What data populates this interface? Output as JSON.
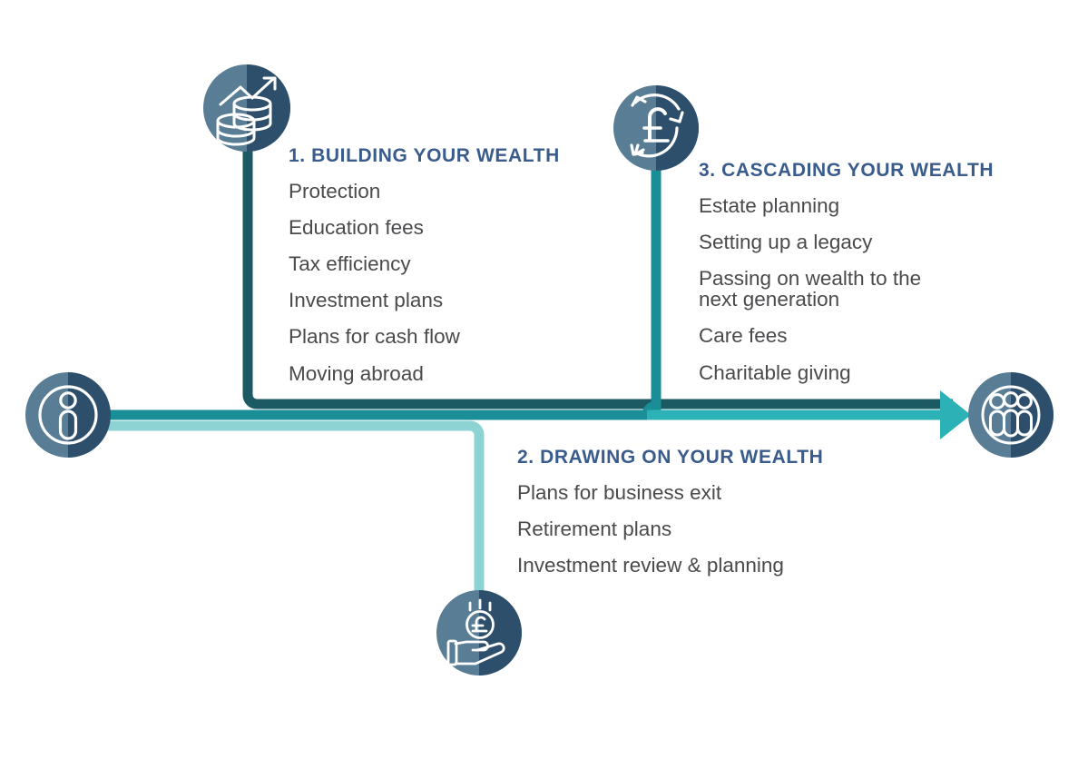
{
  "diagram": {
    "title": "Wealth journey pathway",
    "background": "#ffffff",
    "colors": {
      "heading_blue": "#3a5c8c",
      "body_gray": "#4a4a4d",
      "line_dark_teal": "#1b5963",
      "line_mid_teal": "#1a8e96",
      "line_light_teal": "#8ed3d3",
      "arrow_teal": "#2bb1b6",
      "circle_light": "#5a7d96",
      "circle_dark": "#2d4f6b",
      "icon_stroke": "#ffffff"
    }
  },
  "nodes": {
    "start": {
      "icon": "single-person-icon",
      "label": "Start of wealth journey"
    },
    "end": {
      "icon": "group-of-people-icon",
      "label": "Next generation"
    },
    "building": {
      "icon": "growth-chart-coins-icon",
      "label": "Building your wealth"
    },
    "drawing": {
      "icon": "hand-holding-pound-coin-icon",
      "label": "Drawing on your wealth"
    },
    "cascading": {
      "icon": "pound-recycle-arrows-icon",
      "label": "Cascading your wealth"
    }
  },
  "blocks": {
    "building": {
      "heading": "1. BUILDING YOUR WEALTH",
      "items": [
        "Protection",
        "Education fees",
        "Tax efficiency",
        "Investment plans",
        "Plans for cash flow",
        "Moving abroad"
      ]
    },
    "drawing": {
      "heading": "2. DRAWING ON YOUR WEALTH",
      "items": [
        "Plans for business exit",
        "Retirement plans",
        "Investment review & planning"
      ]
    },
    "cascading": {
      "heading": "3. CASCADING YOUR WEALTH",
      "items": [
        "Estate planning",
        "Setting up a legacy",
        "Passing on wealth to the\nnext generation",
        "Care fees",
        "Charitable giving"
      ]
    }
  }
}
